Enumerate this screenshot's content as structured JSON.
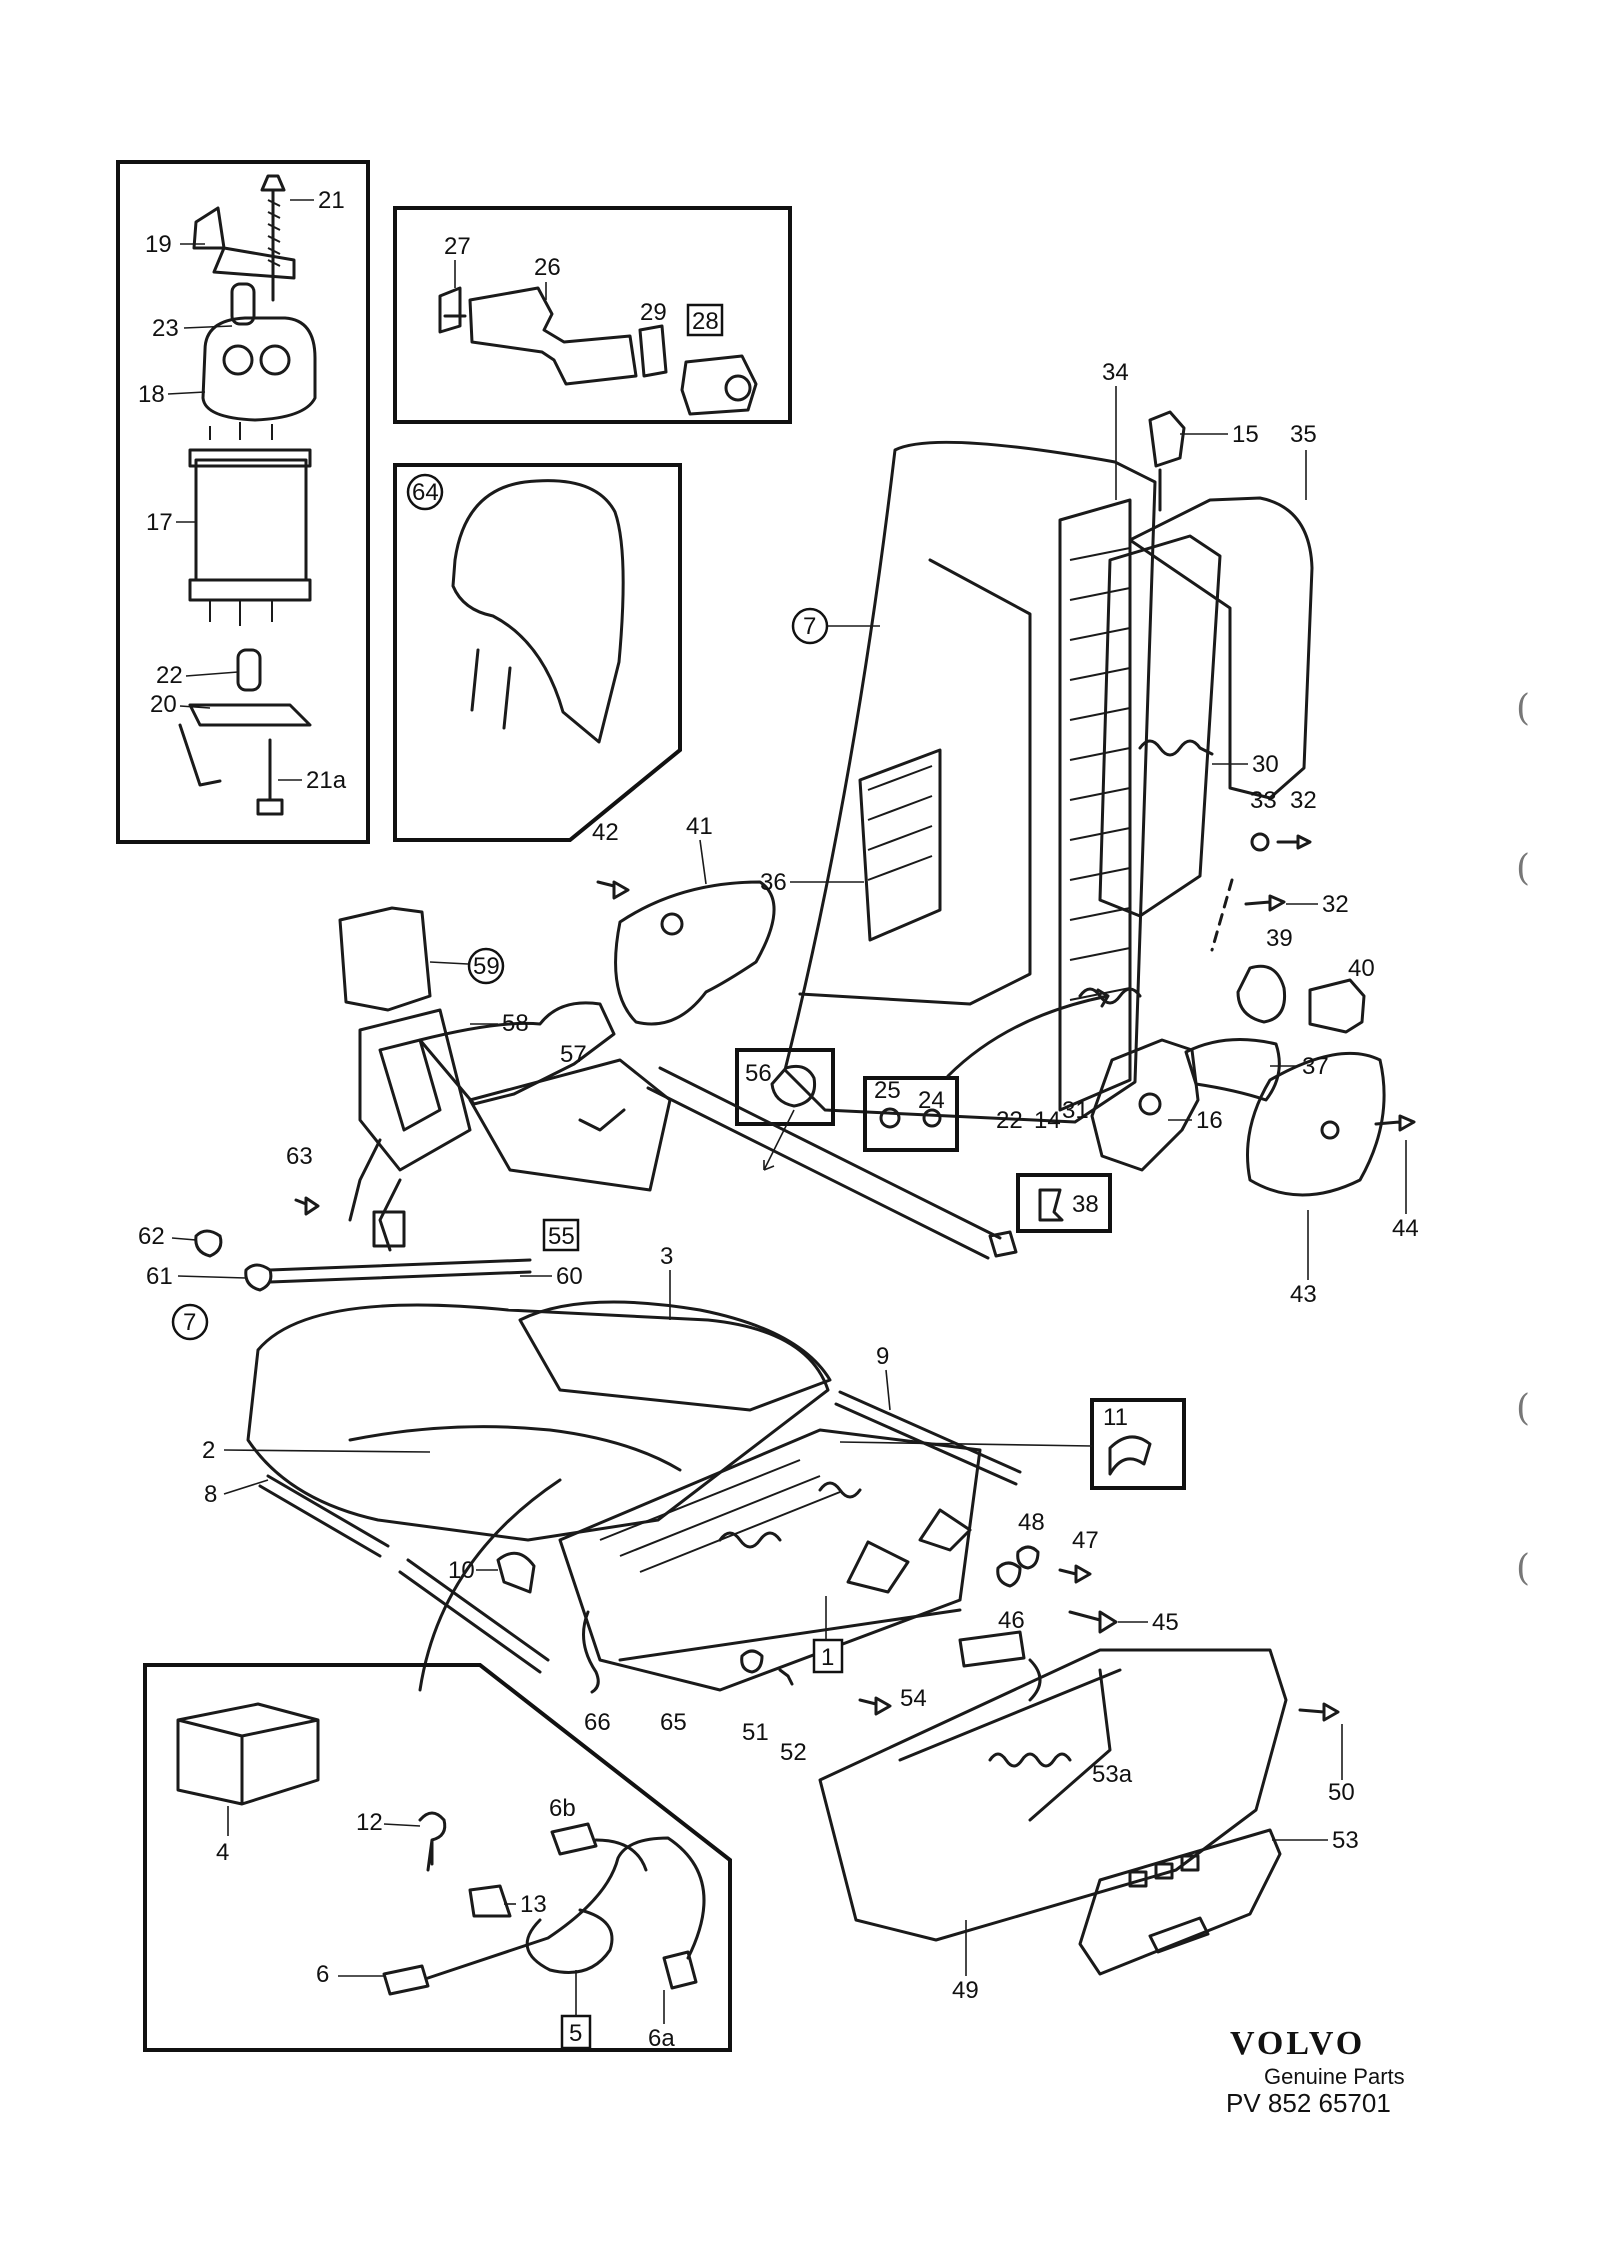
{
  "labels": {
    "l19": "19",
    "l21": "21",
    "l23": "23",
    "l18": "18",
    "l17": "17",
    "l22a": "22",
    "l20": "20",
    "l21a": "21a",
    "l27": "27",
    "l26": "26",
    "l29": "29",
    "l28": "28",
    "l64": "64",
    "l34": "34",
    "l15": "15",
    "l35": "35",
    "l7a": "7",
    "l30": "30",
    "l33": "33",
    "l32a": "32",
    "l32b": "32",
    "l39": "39",
    "l40": "40",
    "l36": "36",
    "l42": "42",
    "l41": "41",
    "l37": "37",
    "l16": "16",
    "l22b": "22",
    "l14": "14",
    "l31": "31",
    "l25": "25",
    "l24": "24",
    "l56": "56",
    "l59": "59",
    "l58": "58",
    "l57": "57",
    "l55": "55",
    "l63": "63",
    "l62": "62",
    "l61": "61",
    "l60": "60",
    "l7b": "7",
    "l38": "38",
    "l43": "43",
    "l44": "44",
    "l3": "3",
    "l9": "9",
    "l11": "11",
    "l2": "2",
    "l8": "8",
    "l48": "48",
    "l47": "47",
    "l46": "46",
    "l45": "45",
    "l10": "10",
    "l1": "1",
    "l66": "66",
    "l65": "65",
    "l51": "51",
    "l52": "52",
    "l54": "54",
    "l53a": "53a",
    "l53": "53",
    "l50": "50",
    "l49": "49",
    "l4": "4",
    "l12": "12",
    "l6b": "6b",
    "l13": "13",
    "l6": "6",
    "l5": "5",
    "l6a": "6a"
  },
  "footer": {
    "brand": "VOLVO",
    "tagline": "Genuine Parts",
    "code": "PV 852 65701"
  },
  "margin_marks": [
    "(",
    "(",
    "(",
    "("
  ]
}
